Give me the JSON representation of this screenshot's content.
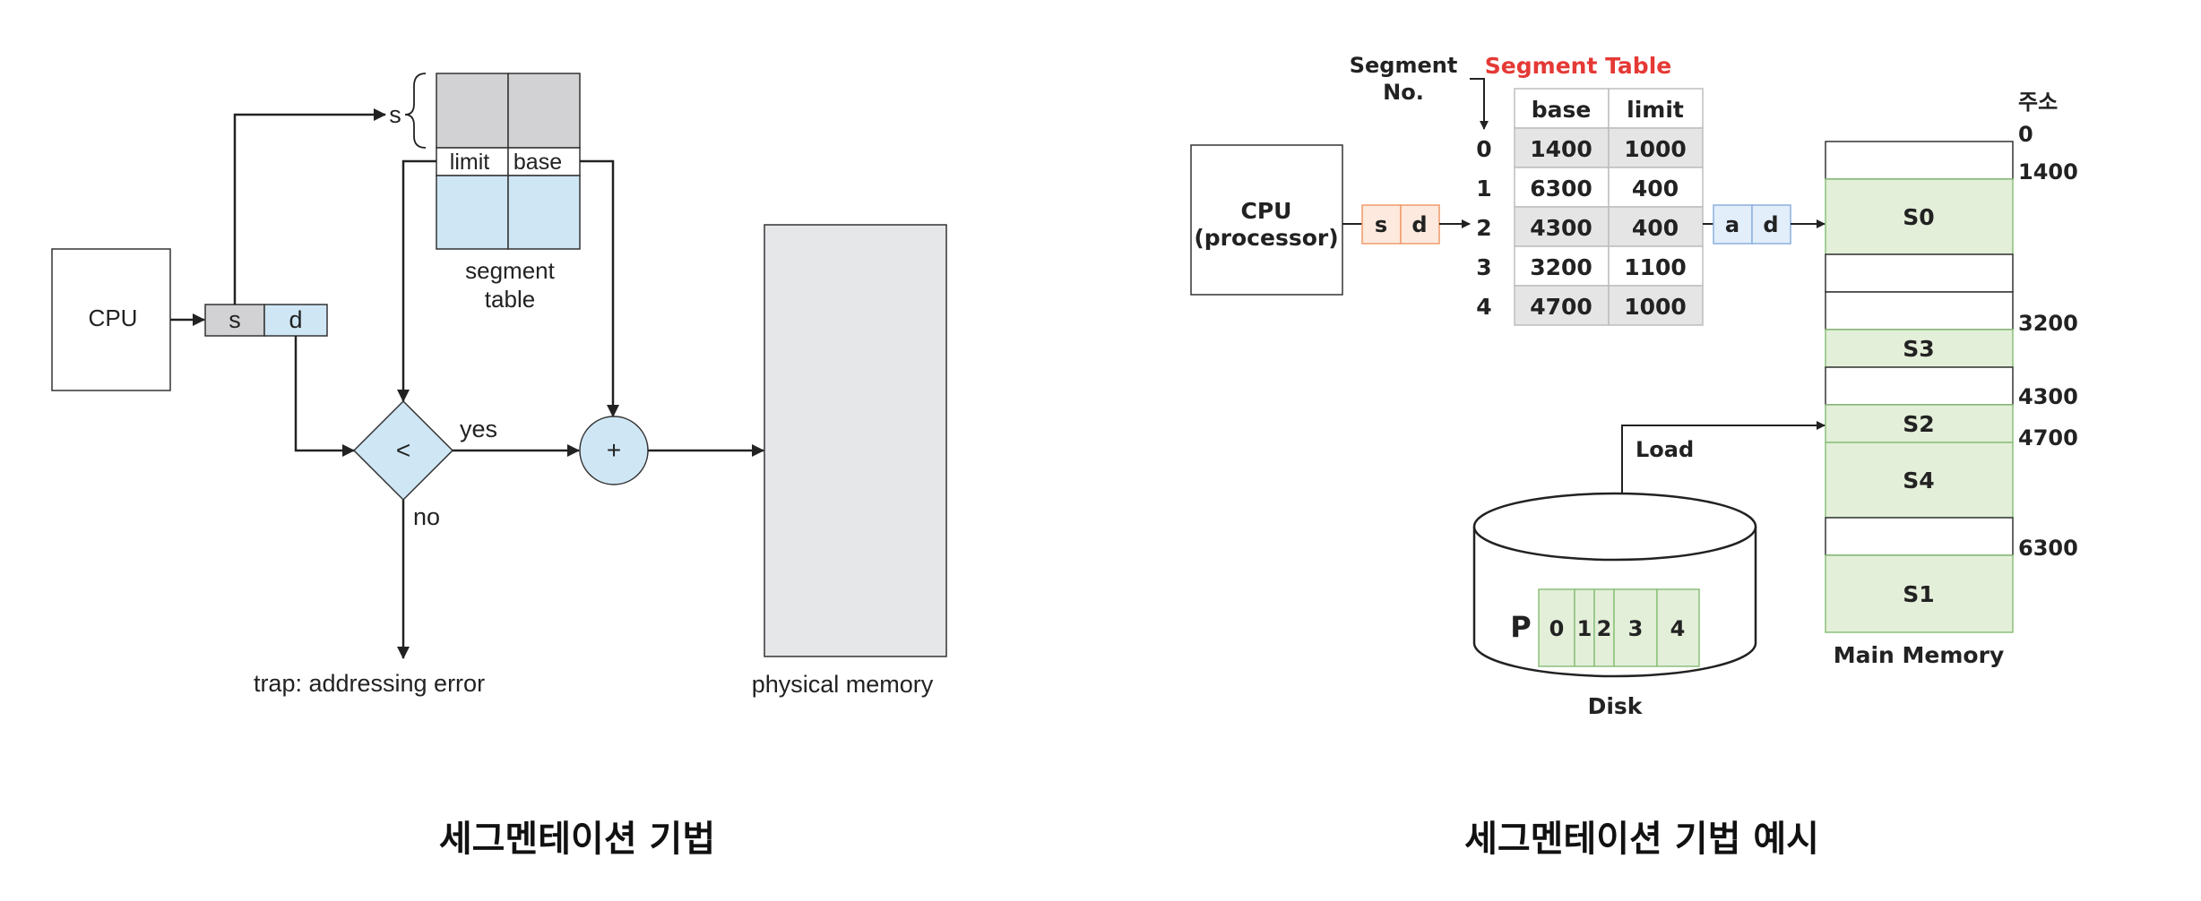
{
  "left": {
    "cpu": "CPU",
    "s": "s",
    "d": "d",
    "s_brace": "s",
    "limit": "limit",
    "base": "base",
    "table_label_1": "segment",
    "table_label_2": "table",
    "compare": "<",
    "adder": "+",
    "yes": "yes",
    "no": "no",
    "trap": "trap: addressing error",
    "memory": "physical memory",
    "caption": "세그멘테이션 기법",
    "colors": {
      "gray": "#d2d2d4",
      "blue": "#cfe6f5",
      "memory": "#e6e7e9"
    }
  },
  "right": {
    "segno_1": "Segment",
    "segno_2": "No.",
    "title": "Segment Table",
    "title_color": "#e53935",
    "headers": [
      "base",
      "limit"
    ],
    "rows": [
      {
        "no": "0",
        "base": "1400",
        "limit": "1000"
      },
      {
        "no": "1",
        "base": "6300",
        "limit": "400"
      },
      {
        "no": "2",
        "base": "4300",
        "limit": "400"
      },
      {
        "no": "3",
        "base": "3200",
        "limit": "1100"
      },
      {
        "no": "4",
        "base": "4700",
        "limit": "1000"
      }
    ],
    "cpu_1": "CPU",
    "cpu_2": "(processor)",
    "s": "s",
    "d": "d",
    "a": "a",
    "d2": "d",
    "addr_title": "주소",
    "addresses": [
      "0",
      "1400",
      "3200",
      "4300",
      "4700",
      "6300"
    ],
    "segments": [
      "S0",
      "S3",
      "S2",
      "S4",
      "S1"
    ],
    "load": "Load",
    "disk_p": "P",
    "disk_cells": [
      "0",
      "1",
      "2",
      "3",
      "4"
    ],
    "disk": "Disk",
    "main_memory": "Main Memory",
    "caption": "세그멘테이션 기법 예시",
    "colors": {
      "segment_fill": "#e3efd9",
      "segment_border": "#8bc07a",
      "sd_fill": "#fde9dd",
      "sd_border": "#f09a6a",
      "ad_fill": "#e3eefb",
      "ad_border": "#8cb0de"
    }
  }
}
